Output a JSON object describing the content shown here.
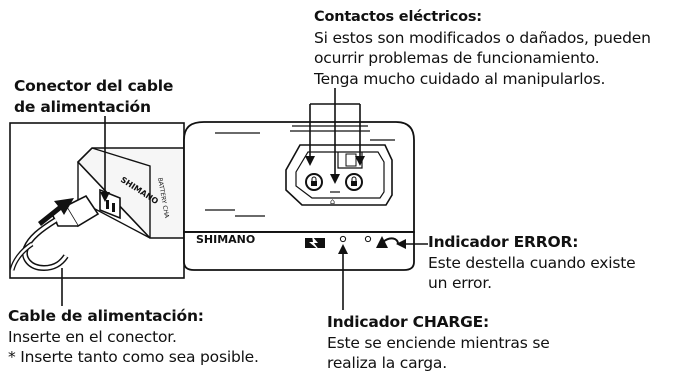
{
  "labels": {
    "contacts": {
      "title": "Contactos eléctricos:",
      "lines": [
        "Si estos son modificados o dañados, pueden",
        "ocurrir problemas de funcionamiento.",
        "Tenga mucho cuidado al manipularlos."
      ]
    },
    "power_connector": {
      "title_lines": [
        "Conector del cable",
        "de alimentación"
      ]
    },
    "error_indicator": {
      "title": "Indicador ERROR:",
      "lines": [
        "Este destella cuando existe",
        "un error."
      ]
    },
    "power_cable": {
      "title": "Cable de alimentación:",
      "lines": [
        "Inserte en el conector.",
        "* Inserte tanto como sea posible."
      ]
    },
    "charge_indicator": {
      "title": "Indicador CHARGE:",
      "lines": [
        "Este se enciende mientras se",
        "realiza la carga."
      ]
    }
  },
  "device": {
    "brand": "SHIMANO",
    "inset_brand": "SHIMANO",
    "inset_side_text": "BATTERY CHA"
  },
  "icons": [
    "charge-icon",
    "error-icon",
    "lock-icon",
    "arrow-icon"
  ]
}
